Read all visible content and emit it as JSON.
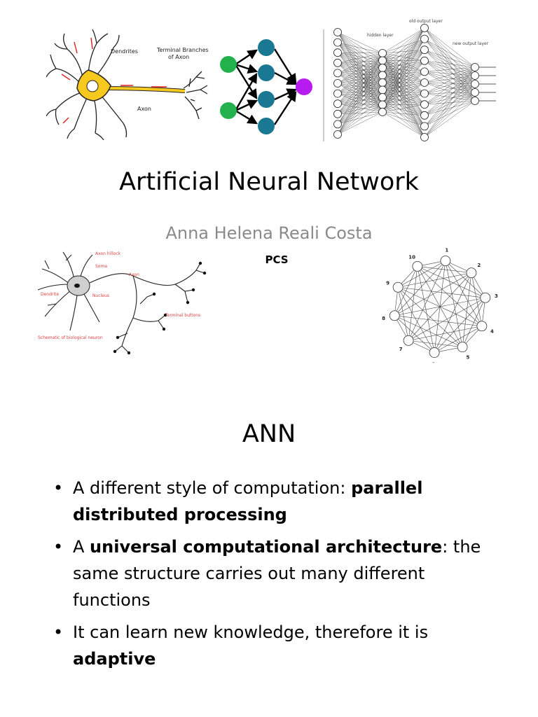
{
  "slide1": {
    "title": "Artificial Neural Network",
    "author": "Anna Helena Reali Costa",
    "affiliation": "PCS",
    "neuron_labels": {
      "dendrites": "Dendrites",
      "terminal_line1": "Terminal Branches",
      "terminal_line2": "of Axon",
      "axon": "Axon"
    },
    "network_labels": {
      "old_output": "old output layer",
      "hidden": "hidden layer",
      "new_output": "new output layer"
    },
    "schematic_labels": {
      "axon_hillock": "Axon hillock",
      "soma": "Soma",
      "axon": "Axon",
      "dendrite": "Dendrite",
      "nucleus": "Nucleus",
      "terminal_buttons": "Terminal buttons",
      "caption": "Schematic of biological neuron"
    },
    "graph_node_labels": [
      "1",
      "2",
      "3",
      "4",
      "5",
      "6",
      "7",
      "8",
      "9",
      "10"
    ]
  },
  "slide2": {
    "title": "ANN",
    "bullet_symbol": "•",
    "bullets": [
      {
        "t1": "A different style of computation: ",
        "b1": "parallel distributed processing",
        "t2": ""
      },
      {
        "t1": "A ",
        "b1": "universal computational architecture",
        "t2": ": the same structure carries out many different functions"
      },
      {
        "t1": "It can learn new knowledge, therefore it is ",
        "b1": "adaptive",
        "t2": ""
      }
    ]
  },
  "colors": {
    "neuron_yellow": "#f7c81e",
    "input_green": "#22b14c",
    "hidden_teal": "#1a7893",
    "output_purple": "#b61cf0",
    "subtitle_gray": "#8a8a8a",
    "schematic_red": "#e04040"
  }
}
